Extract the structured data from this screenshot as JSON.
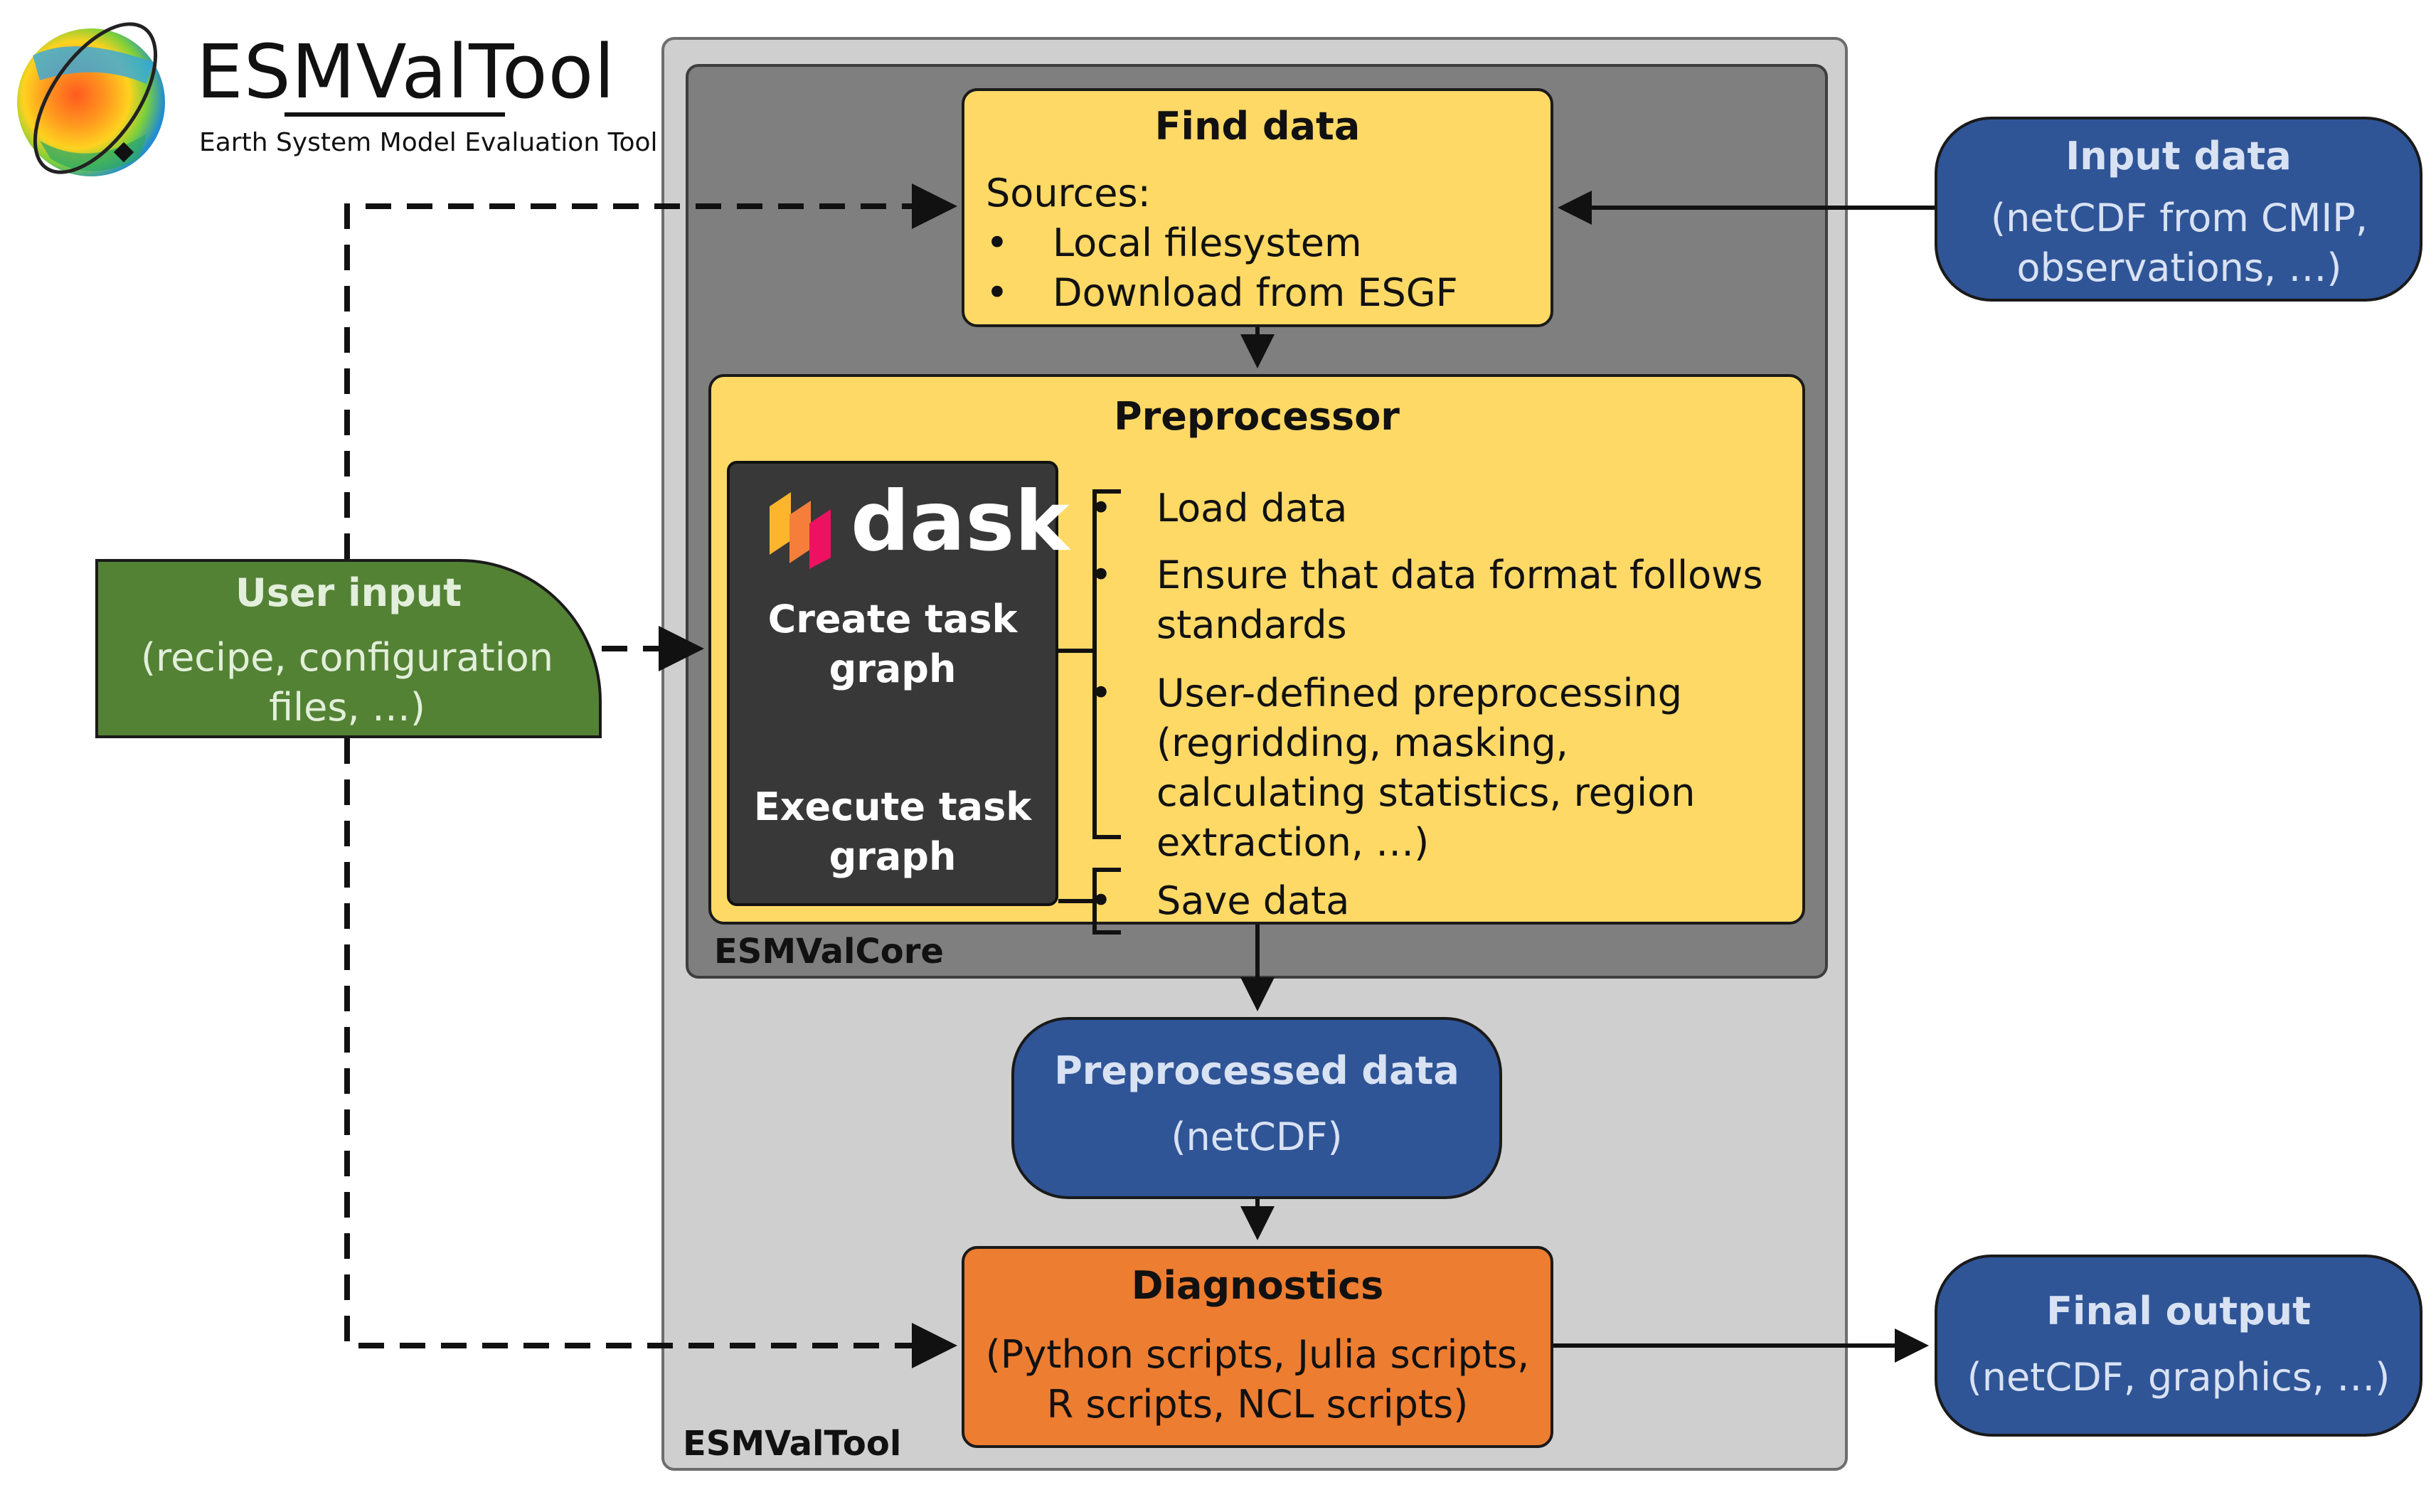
{
  "logo": {
    "title": "ESMValTool",
    "subtitle": "Earth System Model Evaluation Tool"
  },
  "containers": {
    "esmvaltool": "ESMValTool",
    "esmvalcore": "ESMValCore"
  },
  "find_data": {
    "title": "Find data",
    "sources_label": "Sources:",
    "sources": [
      "Local filesystem",
      "Download from ESGF"
    ]
  },
  "preprocessor": {
    "title": "Preprocessor",
    "dask": {
      "wordmark": "dask",
      "create_task_graph": "Create task graph",
      "execute_task_graph": "Execute task graph"
    },
    "steps": [
      "Load data",
      "Ensure that data format follows standards",
      "User-defined preprocessing (regridding, masking, calculating statistics, region extraction, …)",
      "Save data"
    ]
  },
  "input_data": {
    "title": "Input data",
    "text": "(netCDF from CMIP, observations, …)"
  },
  "user_input": {
    "title": "User input",
    "text": "(recipe, configuration files, …)"
  },
  "preprocessed_data": {
    "title": "Preprocessed data",
    "text": "(netCDF)"
  },
  "diagnostics": {
    "title": "Diagnostics",
    "text": "(Python scripts, Julia scripts, R scripts, NCL scripts)"
  },
  "final_output": {
    "title": "Final output",
    "text": "(netCDF, graphics, …)"
  },
  "colors": {
    "find_preprocessor_fill": "#ffd966",
    "blue_node_fill": "#2f5597",
    "blue_node_text": "#d9e2f3",
    "user_input_fill": "#548235",
    "diagnostics_fill": "#ed7d31",
    "esmvaltool_fill": "#cfcfcf",
    "esmvalcore_fill": "#7f7f7f",
    "dask_panel_fill": "#383838"
  }
}
